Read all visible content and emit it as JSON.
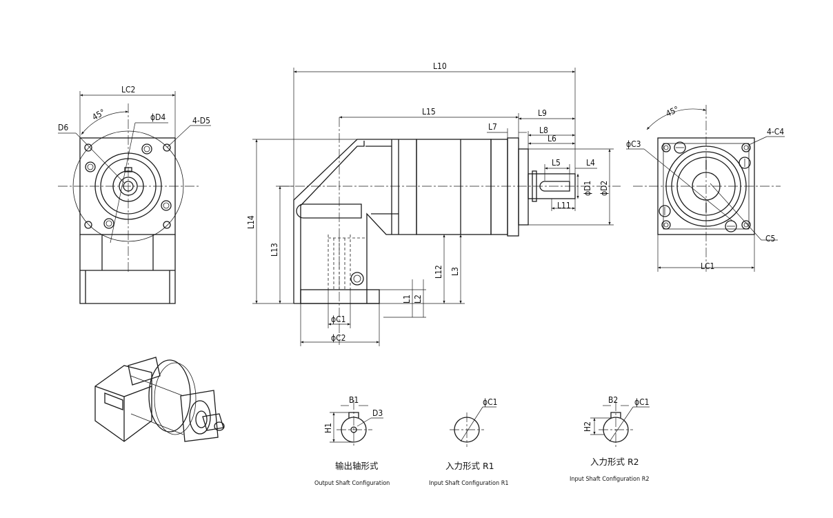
{
  "labels": {
    "lc2": "LC2",
    "d4": "ϕD4",
    "d6": "D6",
    "angle_left": "45°",
    "d5": "4-D5",
    "l10": "L10",
    "l15": "L15",
    "l9": "L9",
    "l7": "L7",
    "l8": "L8",
    "l6": "L6",
    "l5": "L5",
    "l4": "L4",
    "d1": "ϕD1",
    "d2": "ϕD2",
    "l11": "L11",
    "l14": "L14",
    "l13": "L13",
    "l12": "L12",
    "l3": "L3",
    "l1": "L1",
    "l2": "L2",
    "c1_side": "ϕC1",
    "c2_side": "ϕC2",
    "c3": "ϕC3",
    "angle_right": "45°",
    "c4": "4-C4",
    "c5": "C5",
    "lc1": "LC1",
    "b1": "B1",
    "d3": "D3",
    "h1": "H1",
    "c1_r1": "ϕC1",
    "b2": "B2",
    "c1_r2": "ϕC1",
    "h2": "H2"
  },
  "captions": {
    "output_cn": "输出轴形式",
    "output_en": "Output Shaft Configuration",
    "r1_cn": "入力形式 R1",
    "r1_en": "Input Shaft Configuration R1",
    "r2_cn": "入力形式 R2",
    "r2_en": "Input Shaft Configuration R2"
  }
}
